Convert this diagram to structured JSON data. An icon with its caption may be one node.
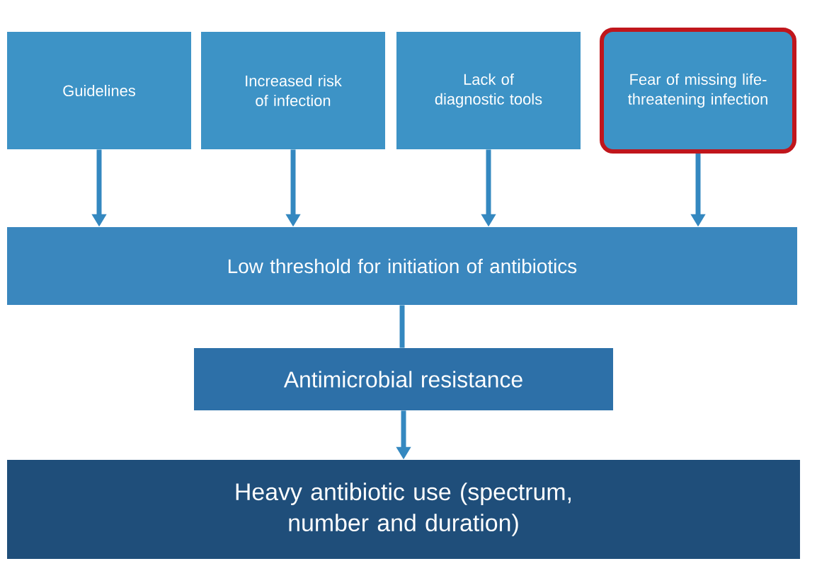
{
  "diagram": {
    "nodes": [
      {
        "text": [
          "Guidelines"
        ]
      },
      {
        "text": [
          "Increased risk of infection"
        ]
      },
      {
        "text": [
          "Lack of diagnostic tools"
        ]
      },
      {
        "text": [
          "Fear of missing life-threatening infection"
        ]
      },
      {
        "text": [
          "Low threshold for initiation of antibiotics"
        ]
      },
      {
        "text": [
          "Antimicrobial resistance"
        ]
      },
      {
        "text": [
          "Heavy antibiotic use (spectrum, number and duration)"
        ]
      }
    ],
    "edges": [
      {
        "from": 0,
        "to": 4,
        "arrow": "to"
      },
      {
        "from": 1,
        "to": 4,
        "arrow": "to"
      },
      {
        "from": 2,
        "to": 4,
        "arrow": "to"
      },
      {
        "from": 3,
        "to": 4,
        "arrow": "to"
      },
      {
        "from": 4,
        "to": 5,
        "arrow": "none"
      },
      {
        "from": 5,
        "to": 6,
        "arrow": "to"
      }
    ]
  }
}
